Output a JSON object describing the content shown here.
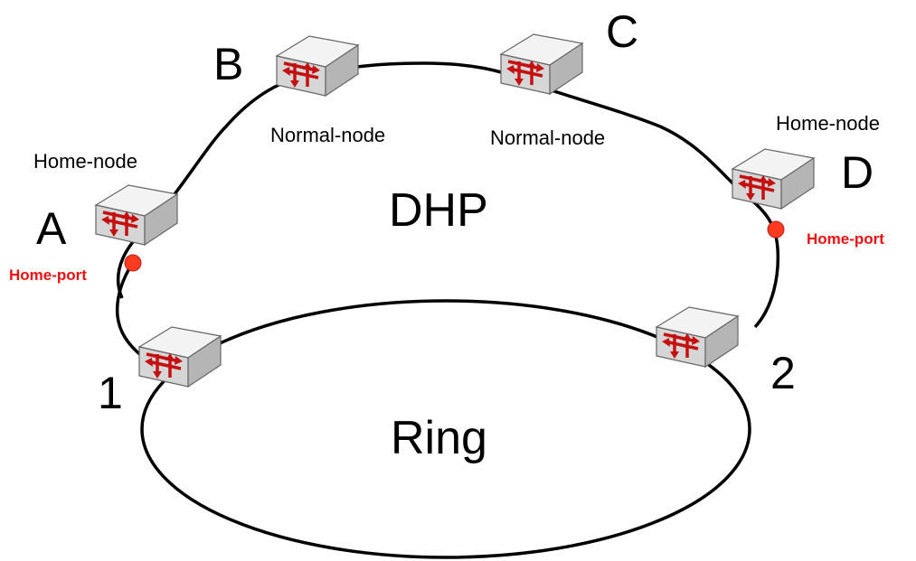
{
  "colors": {
    "line": "#000000",
    "port": "#ff3b1f",
    "port_label": "#ee1111",
    "switch_top": "#f2f2f2",
    "switch_side": "#bdbdbd",
    "switch_arrow": "#cc1111"
  },
  "labels": {
    "dhp": "DHP",
    "ring": "Ring"
  },
  "nodes": [
    {
      "id": "A",
      "role": "Home-node",
      "port": "Home-port"
    },
    {
      "id": "B",
      "role": "Normal-node"
    },
    {
      "id": "C",
      "role": "Normal-node"
    },
    {
      "id": "D",
      "role": "Home-node",
      "port": "Home-port"
    },
    {
      "id": "1"
    },
    {
      "id": "2"
    }
  ]
}
